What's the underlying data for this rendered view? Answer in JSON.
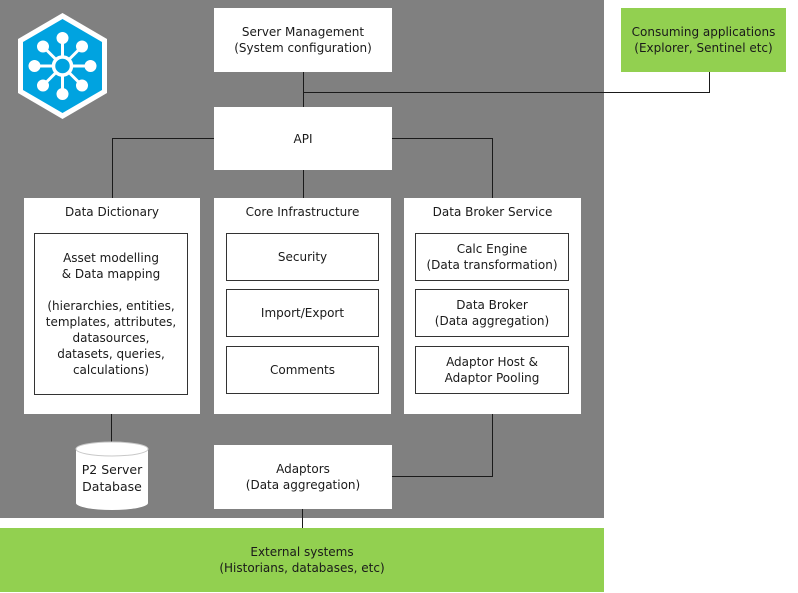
{
  "diagram": {
    "logo": {
      "icon": "hub-network-hexagon-icon",
      "color": "#00a3e0"
    },
    "server_management": {
      "line1": "Server Management",
      "line2": "(System configuration)"
    },
    "consuming_applications": {
      "line1": "Consuming applications",
      "line2": "(Explorer, Sentinel etc)"
    },
    "api": {
      "label": "API"
    },
    "data_dictionary": {
      "title": "Data Dictionary",
      "inner": {
        "line1": "Asset modelling",
        "line2": "& Data mapping",
        "detail1": "(hierarchies, entities,",
        "detail2": "templates, attributes,",
        "detail3": "datasources,",
        "detail4": "datasets, queries,",
        "detail5": "calculations)"
      }
    },
    "core_infrastructure": {
      "title": "Core Infrastructure",
      "items": [
        {
          "label": "Security"
        },
        {
          "label": "Import/Export"
        },
        {
          "label": "Comments"
        }
      ]
    },
    "data_broker_service": {
      "title": "Data Broker Service",
      "items": [
        {
          "line1": "Calc Engine",
          "line2": "(Data transformation)"
        },
        {
          "line1": "Data Broker",
          "line2": "(Data aggregation)"
        },
        {
          "line1": "Adaptor Host &",
          "line2": "Adaptor Pooling"
        }
      ]
    },
    "database": {
      "line1": "P2 Server",
      "line2": "Database"
    },
    "adaptors": {
      "line1": "Adaptors",
      "line2": "(Data aggregation)"
    },
    "external_systems": {
      "line1": "External systems",
      "line2": "(Historians, databases, etc)"
    },
    "colors": {
      "panel": "#808080",
      "green": "#92d050",
      "logo_blue": "#00a3e0"
    }
  }
}
